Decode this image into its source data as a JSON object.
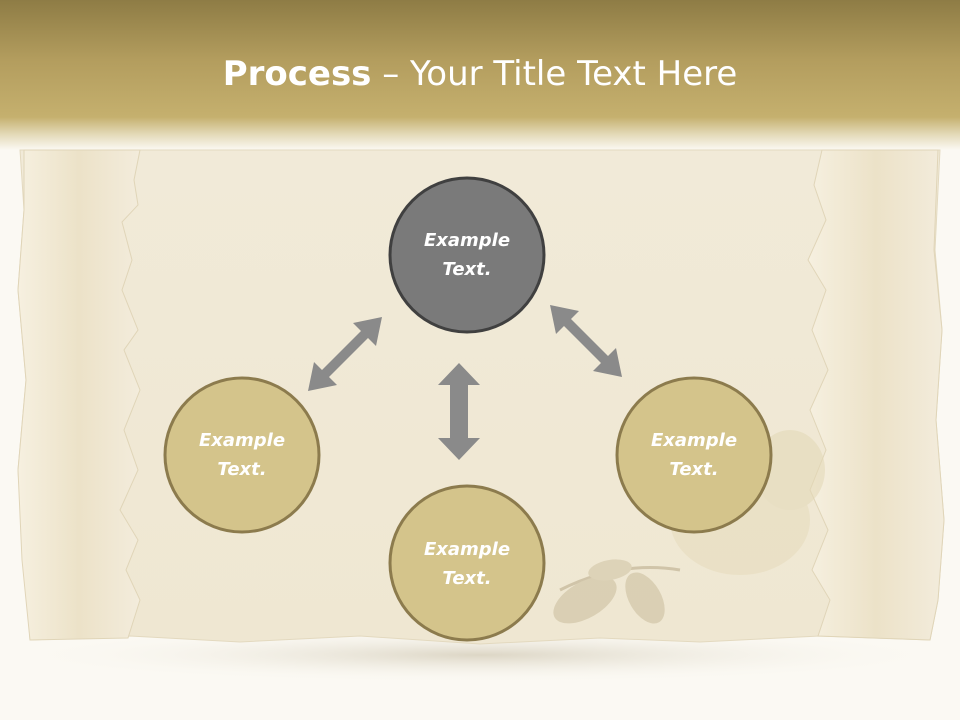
{
  "title": {
    "bold": "Process",
    "rest": " – Your Title Text Here"
  },
  "circles": [
    {
      "line1": "Example",
      "line2": "Text."
    },
    {
      "line1": "Example",
      "line2": "Text."
    },
    {
      "line1": "Example",
      "line2": "Text."
    },
    {
      "line1": "Example",
      "line2": "Text."
    }
  ],
  "colors": {
    "header": "#b39d5e",
    "circle_fill": "#d4c48b",
    "circle_stroke": "#8c7b4d",
    "top_circle_fill": "#7a7a7a",
    "top_circle_stroke": "#404040",
    "arrow": "#8a8a8a"
  }
}
